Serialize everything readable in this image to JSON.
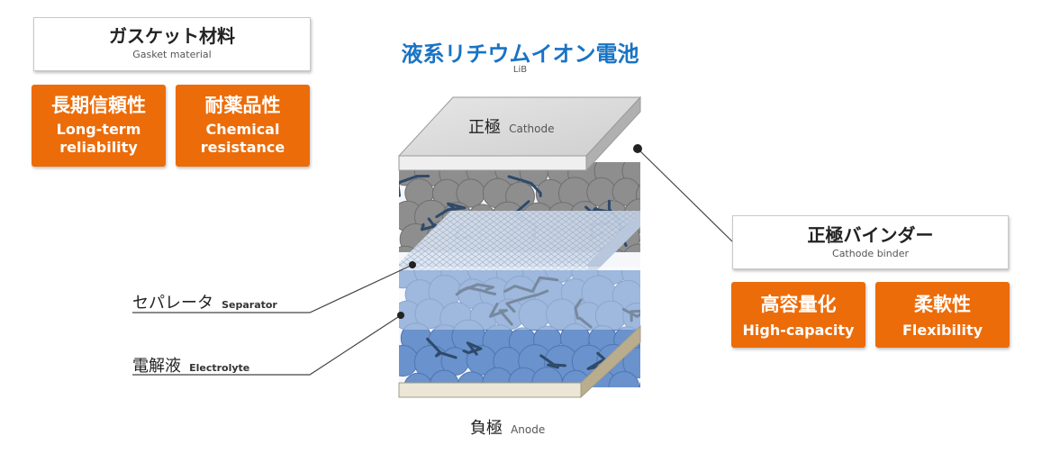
{
  "gasket": {
    "title_jp": "ガスケット材料",
    "title_en": "Gasket material",
    "features": [
      {
        "jp": "長期信頼性",
        "en1": "Long-term",
        "en2": "reliability"
      },
      {
        "jp": "耐薬品性",
        "en1": "Chemical",
        "en2": "resistance"
      }
    ]
  },
  "battery": {
    "title_jp": "液系リチウムイオン電池",
    "title_en": "LiB",
    "cathode_jp": "正極",
    "cathode_en": "Cathode",
    "anode_jp": "負極",
    "anode_en": "Anode",
    "separator_jp": "セパレータ",
    "separator_en": "Separator",
    "electrolyte_jp": "電解液",
    "electrolyte_en": "Electrolyte"
  },
  "binder": {
    "title_jp": "正極バインダー",
    "title_en": "Cathode binder",
    "features": [
      {
        "jp": "高容量化",
        "en": "High-capacity"
      },
      {
        "jp": "柔軟性",
        "en": "Flexibility"
      }
    ]
  },
  "colors": {
    "orange": "#ec6c0a",
    "title_blue": "#1a73c4",
    "cathode_particle": "#8e8e8e",
    "anode_particle": "#6a92cc",
    "binder_line": "#2f4a6a"
  }
}
